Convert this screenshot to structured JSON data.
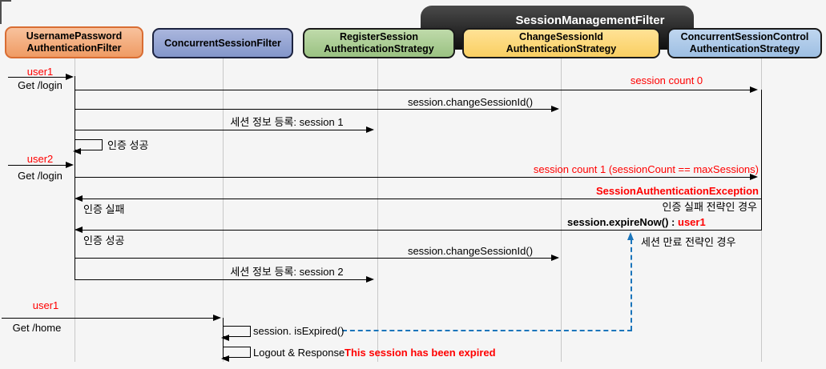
{
  "banner": "SessionManagementFilter",
  "participants": [
    {
      "line1": "UsernamePassword",
      "line2": "AuthenticationFilter"
    },
    {
      "line1": "ConcurrentSessionFilter",
      "line2": ""
    },
    {
      "line1": "RegisterSession",
      "line2": "AuthenticationStrategy"
    },
    {
      "line1": "ChangeSessionId",
      "line2": "AuthenticationStrategy"
    },
    {
      "line1": "ConcurrentSessionControl",
      "line2": "AuthenticationStrategy"
    }
  ],
  "labels": {
    "user1_first": "user1",
    "get_login_1": "Get /login",
    "session_count_0": "session count 0",
    "change_session_id_1": "session.changeSessionId()",
    "register_session_1": "세션 정보 등록: session 1",
    "auth_success_loop": "인증 성공",
    "user2": "user2",
    "get_login_2": "Get /login",
    "session_count_1": "session count 1 (sessionCount == maxSessions)",
    "session_auth_exception": "SessionAuthenticationException",
    "auth_fail": "인증 실패",
    "auth_fail_strategy": "인증 실패 전략인 경우",
    "expire_now_method": "session.expireNow()",
    "expire_now_colon": " : ",
    "expire_now_user": "user1",
    "auth_success_return": "인증 성공",
    "session_expire_strategy": "세션 만료 전략인 경우",
    "change_session_id_2": "session.changeSessionId()",
    "register_session_2": "세션 정보 등록: session 2",
    "user1_second": "user1",
    "get_home": "Get /home",
    "is_expired": "session. isExpired()",
    "logout_response": "Logout & Response",
    "expired_notice": "This session has been expired"
  },
  "colors": {
    "accent_red": "#FF0000",
    "dashed_link_blue": "#1B75BB",
    "banner_black": "#1A1A1A",
    "orange_fill": "#F2A577",
    "orange_border": "#D96D33",
    "periwinkle_fill": "#8CA0D2",
    "green_fill": "#A5CC8C",
    "yellow_fill": "#FCD66F",
    "light_blue_fill": "#A9C7E9",
    "box_border": "#1A1A1A",
    "lifeline_grey": "#C8C8C8",
    "background": "#F5F5F5"
  }
}
